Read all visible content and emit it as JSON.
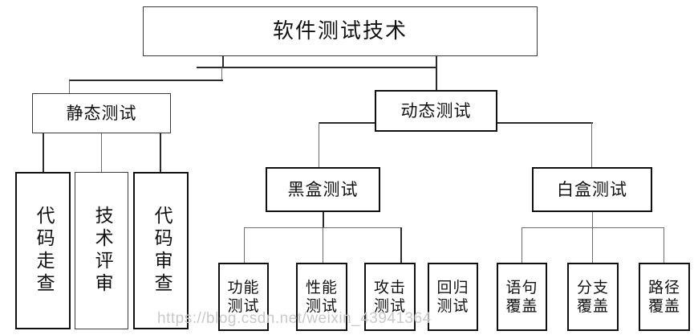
{
  "diagram": {
    "title": "软件测试技术",
    "root": {
      "label": "软件测试技术"
    },
    "level2": {
      "static": {
        "label": "静态测试"
      },
      "dynamic": {
        "label": "动态测试"
      }
    },
    "level3": {
      "blackbox": {
        "label": "黑盒测试"
      },
      "whitebox": {
        "label": "白盒测试"
      }
    },
    "static_children": [
      {
        "label": "代码走查"
      },
      {
        "label": "技术评审"
      },
      {
        "label": "代码审查"
      }
    ],
    "blackbox_children": [
      {
        "label": "功能\n测试"
      },
      {
        "label": "性能\n测试"
      },
      {
        "label": "攻击\n测试"
      }
    ],
    "unlinked": [
      {
        "label": "回归\n测试"
      }
    ],
    "whitebox_children": [
      {
        "label": "语句\n覆盖"
      },
      {
        "label": "分支\n覆盖"
      },
      {
        "label": "路径\n覆盖"
      }
    ]
  },
  "watermark": {
    "text": "https://blog.csdn.net/weixin_43941364"
  },
  "colors": {
    "line": "#2b2b2b",
    "line_thin": "#6e6e6e",
    "border": "#3a3a3a",
    "border_bold": "#111111",
    "text": "#111111",
    "background": "#ffffff",
    "watermark": "#c9c9c9"
  }
}
